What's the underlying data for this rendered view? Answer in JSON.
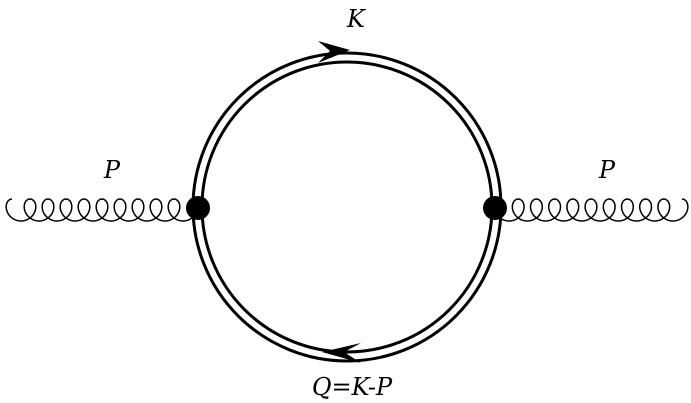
{
  "labels": {
    "top_momentum": "K",
    "left_gluon": "P",
    "right_gluon": "P",
    "bottom_momentum": "Q=K-P"
  },
  "colors": {
    "ink": "#000000",
    "background": "#ffffff"
  }
}
